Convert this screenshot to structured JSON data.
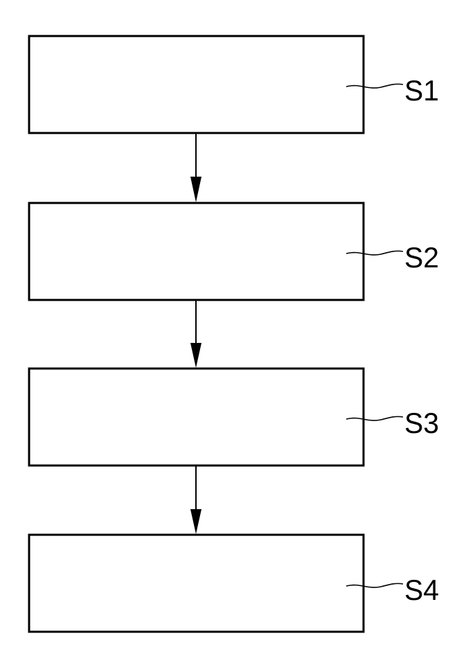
{
  "steps": [
    {
      "id": "s1",
      "label": "S1"
    },
    {
      "id": "s2",
      "label": "S2"
    },
    {
      "id": "s3",
      "label": "S3"
    },
    {
      "id": "s4",
      "label": "S4"
    }
  ],
  "colors": {
    "stroke": "#000000",
    "background": "#ffffff"
  }
}
